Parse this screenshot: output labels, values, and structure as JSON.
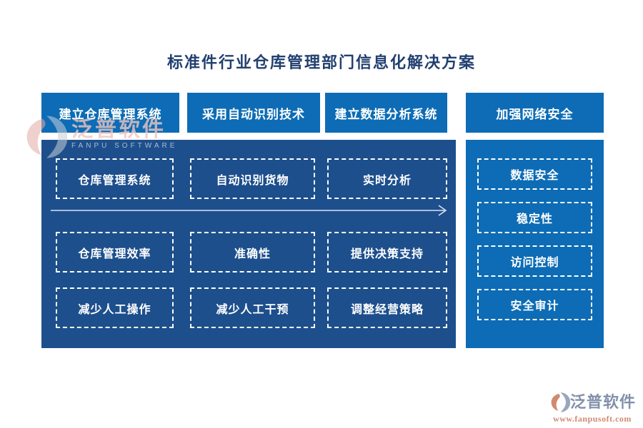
{
  "title": "标准件行业仓库管理部门信息化解决方案",
  "headers": [
    {
      "label": "建立仓库管理系统"
    },
    {
      "label": "采用自动识别技术"
    },
    {
      "label": "建立数据分析系统"
    },
    {
      "label": "加强网络安全"
    }
  ],
  "flow_panel": {
    "rows": [
      {
        "items": [
          {
            "label": "仓库管理系统"
          },
          {
            "label": "自动识别货物"
          },
          {
            "label": "实时分析"
          }
        ]
      },
      {
        "items": [
          {
            "label": "仓库管理效率"
          },
          {
            "label": "准确性"
          },
          {
            "label": "提供决策支持"
          }
        ]
      },
      {
        "items": [
          {
            "label": "减少人工操作"
          },
          {
            "label": "减少人工干预"
          },
          {
            "label": "调整经营策略"
          }
        ]
      }
    ]
  },
  "security_panel": {
    "items": [
      {
        "label": "数据安全"
      },
      {
        "label": "稳定性"
      },
      {
        "label": "访问控制"
      },
      {
        "label": "安全审计"
      }
    ]
  },
  "watermark": {
    "brand": "泛普软件",
    "caption": "FANPU SOFTWARE"
  },
  "footer": {
    "brand": "泛普软件",
    "url": "www.fanpusoft.com"
  },
  "colors": {
    "bright_blue": "#0d6cb5",
    "deep_blue": "#1d4f8c",
    "title_navy": "#22406f",
    "brand_gray_blue": "#8291aa",
    "brand_salmon": "#d08a72"
  }
}
